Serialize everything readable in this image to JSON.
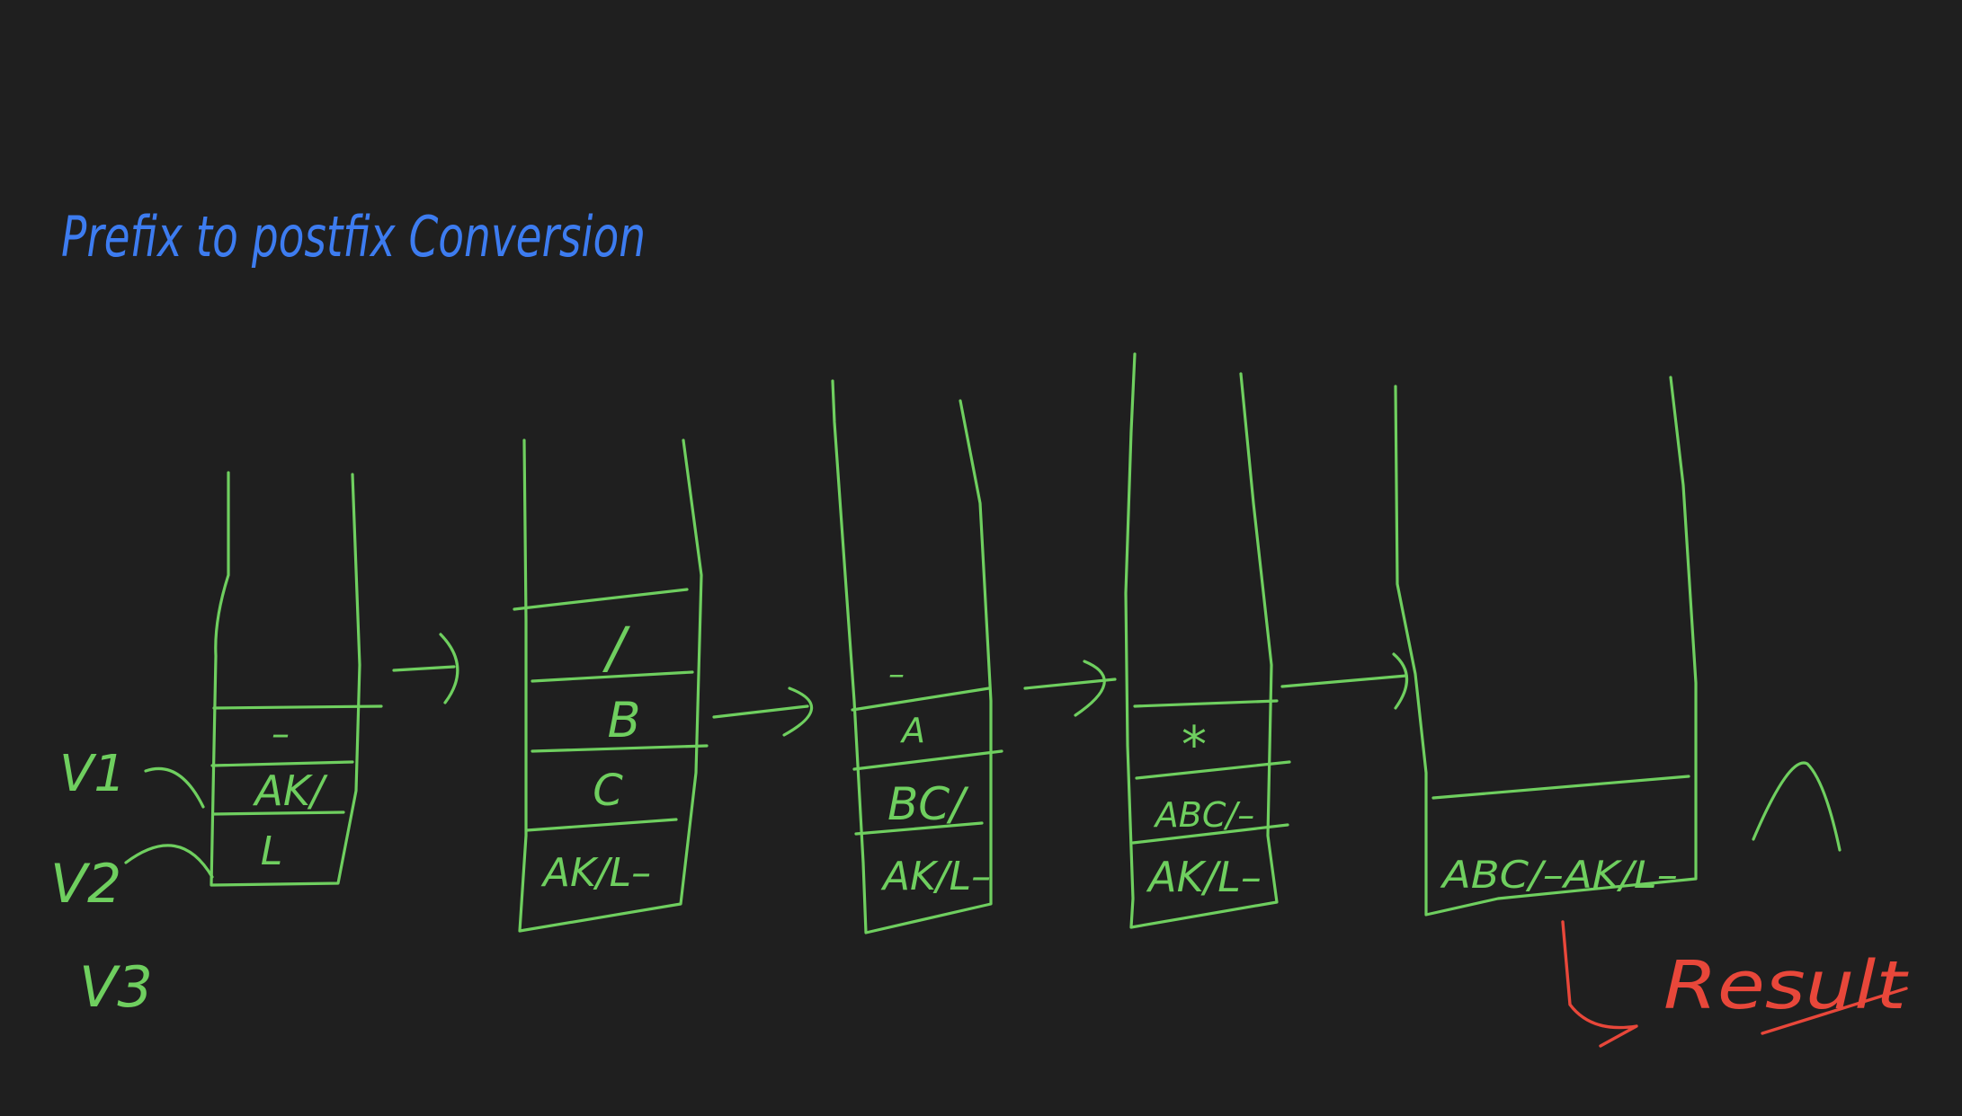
{
  "title": "Prefix to postfix Conversion",
  "labels": {
    "v1": "V1",
    "v2": "V2",
    "v3": "V3"
  },
  "stacks": [
    {
      "cells": [
        "–",
        "AK/",
        "L"
      ]
    },
    {
      "cells": [
        "/",
        "B",
        "C",
        "AK/L–"
      ]
    },
    {
      "cells": [
        "–",
        "A",
        "BC/",
        "AK/L–"
      ]
    },
    {
      "cells": [
        "*",
        "ABC/–",
        "AK/L–"
      ]
    },
    {
      "cells": [
        "ABC/–AK/L–"
      ]
    }
  ],
  "result_label": "Result",
  "colors": {
    "background": "#1f1f1f",
    "ink": "#6fcf5f",
    "title": "#3d7cf0",
    "result": "#e8473a"
  }
}
